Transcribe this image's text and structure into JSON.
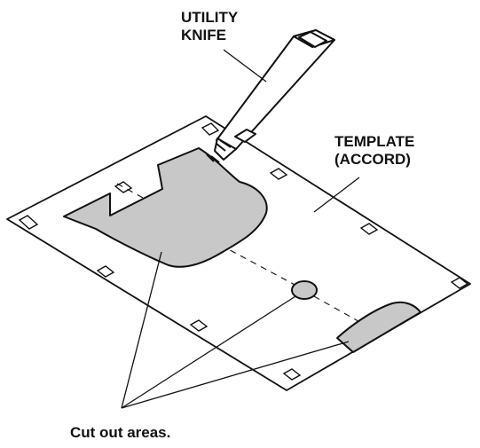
{
  "labels": {
    "knife_line1": "UTILITY",
    "knife_line2": "KNIFE",
    "template_line1": "TEMPLATE",
    "template_line2": "(ACCORD)",
    "cutout": "Cut out areas."
  },
  "colors": {
    "line": "#111111",
    "cutout_fill": "#c8c8c8",
    "template_fill": "#ffffff"
  }
}
